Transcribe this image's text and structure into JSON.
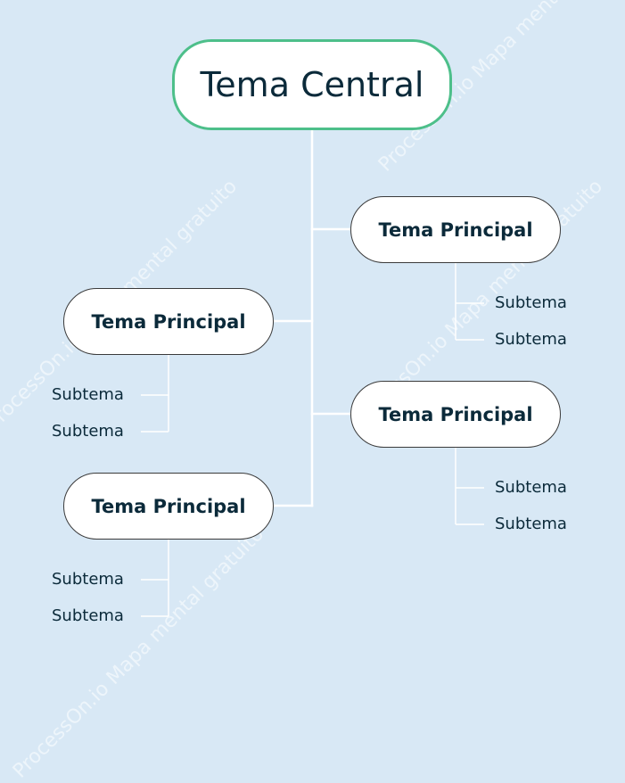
{
  "diagram": {
    "central_topic": "Tema Central",
    "main_topics": [
      {
        "label": "Tema Principal",
        "subtopics": [
          "Subtema",
          "Subtema"
        ]
      },
      {
        "label": "Tema Principal",
        "subtopics": [
          "Subtema",
          "Subtema"
        ]
      },
      {
        "label": "Tema Principal",
        "subtopics": [
          "Subtema",
          "Subtema"
        ]
      },
      {
        "label": "Tema Principal",
        "subtopics": [
          "Subtema",
          "Subtema"
        ]
      }
    ],
    "watermark": "ProcessOn.io Mapa mental gratuito"
  },
  "colors": {
    "background": "#d8e8f5",
    "central_border": "#4dbf8a",
    "node_border": "#3a3a3a",
    "connector": "#ffffff",
    "text": "#0b2a3a"
  }
}
